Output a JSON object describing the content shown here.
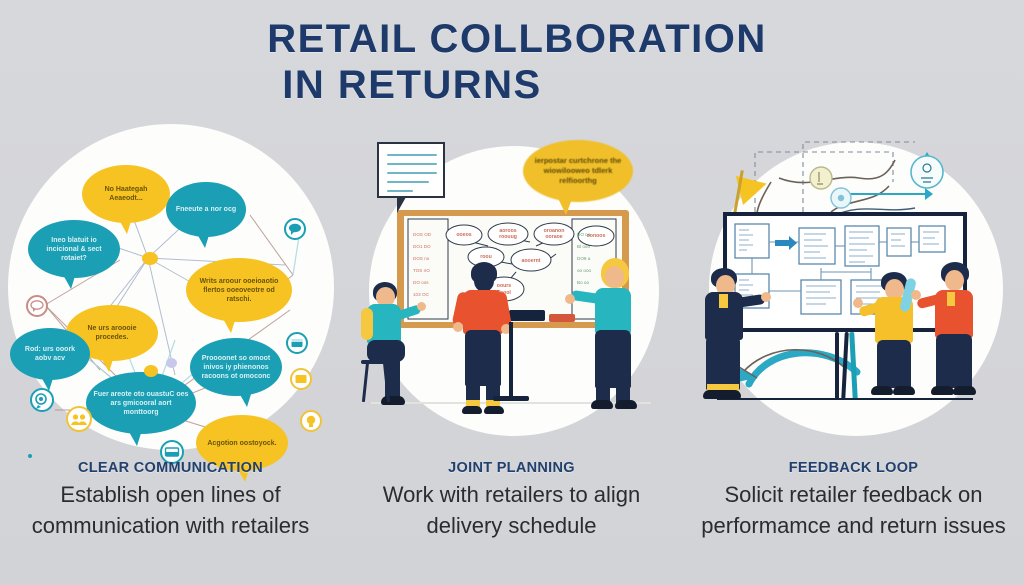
{
  "meta": {
    "background_color": "#d6d7db",
    "title_color": "#1d3a6b",
    "heading_color": "#22406e",
    "body_color": "#2a2c2f",
    "teal": "#1a9fb4",
    "yellow": "#f7c322",
    "orange": "#e8522f",
    "navy": "#1d2c4a"
  },
  "title": {
    "line1": "RETAIL  COLLBORATION",
    "line2": "IN  RETURNS"
  },
  "panels": [
    {
      "id": "clear-communication",
      "heading": "CLEAR COMMUNICATION",
      "body": "Establish open lines of communication with retailers",
      "art": "speech-bubble-network",
      "bubbles": [
        {
          "text": "No Haategah Aeaeodt...",
          "color": "yellow"
        },
        {
          "text": "Fneeute a nor ocg",
          "color": "teal"
        },
        {
          "text": "Ineo blatuit io incicional & sect rotaiet?",
          "color": "teal"
        },
        {
          "text": "Writs aroour ooeioaotio flertos ooeoveotre od ratschi.",
          "color": "yellow"
        },
        {
          "text": "Ne urs aroooie procedes.",
          "color": "yellow"
        },
        {
          "text": "Rod: urs ooork aobv acv",
          "color": "teal"
        },
        {
          "text": "Proooonet so omoot inivos iy phienonos racoons ot omoconc",
          "color": "teal"
        },
        {
          "text": "Fuer areote oto ouastuC oes ars gmicooral aort monttoorg",
          "color": "teal"
        },
        {
          "text": "Acgotion oostoyock.",
          "color": "yellow"
        }
      ]
    },
    {
      "id": "joint-planning",
      "heading": "JOINT PLANNING",
      "body": "Work with retailers to align delivery schedule",
      "art": "team-at-whiteboard",
      "speech_bubble": "ierpostar curtchrone the wiowilooweo tdlerk relfioorthg",
      "people": [
        {
          "role": "seated-participant",
          "shirt": "teal"
        },
        {
          "role": "presenter",
          "shirt": "orange"
        },
        {
          "role": "standing-participant",
          "shirt": "teal"
        }
      ]
    },
    {
      "id": "feedback-loop",
      "heading": "FEEDBACK LOOP",
      "body": "Solicit retailer feedback on performamce and return issues",
      "art": "team-at-flowchart-screen",
      "people": [
        {
          "role": "presenter",
          "shirt": "navy"
        },
        {
          "role": "participant",
          "shirt": "yellow"
        },
        {
          "role": "participant",
          "shirt": "orange"
        }
      ]
    }
  ]
}
